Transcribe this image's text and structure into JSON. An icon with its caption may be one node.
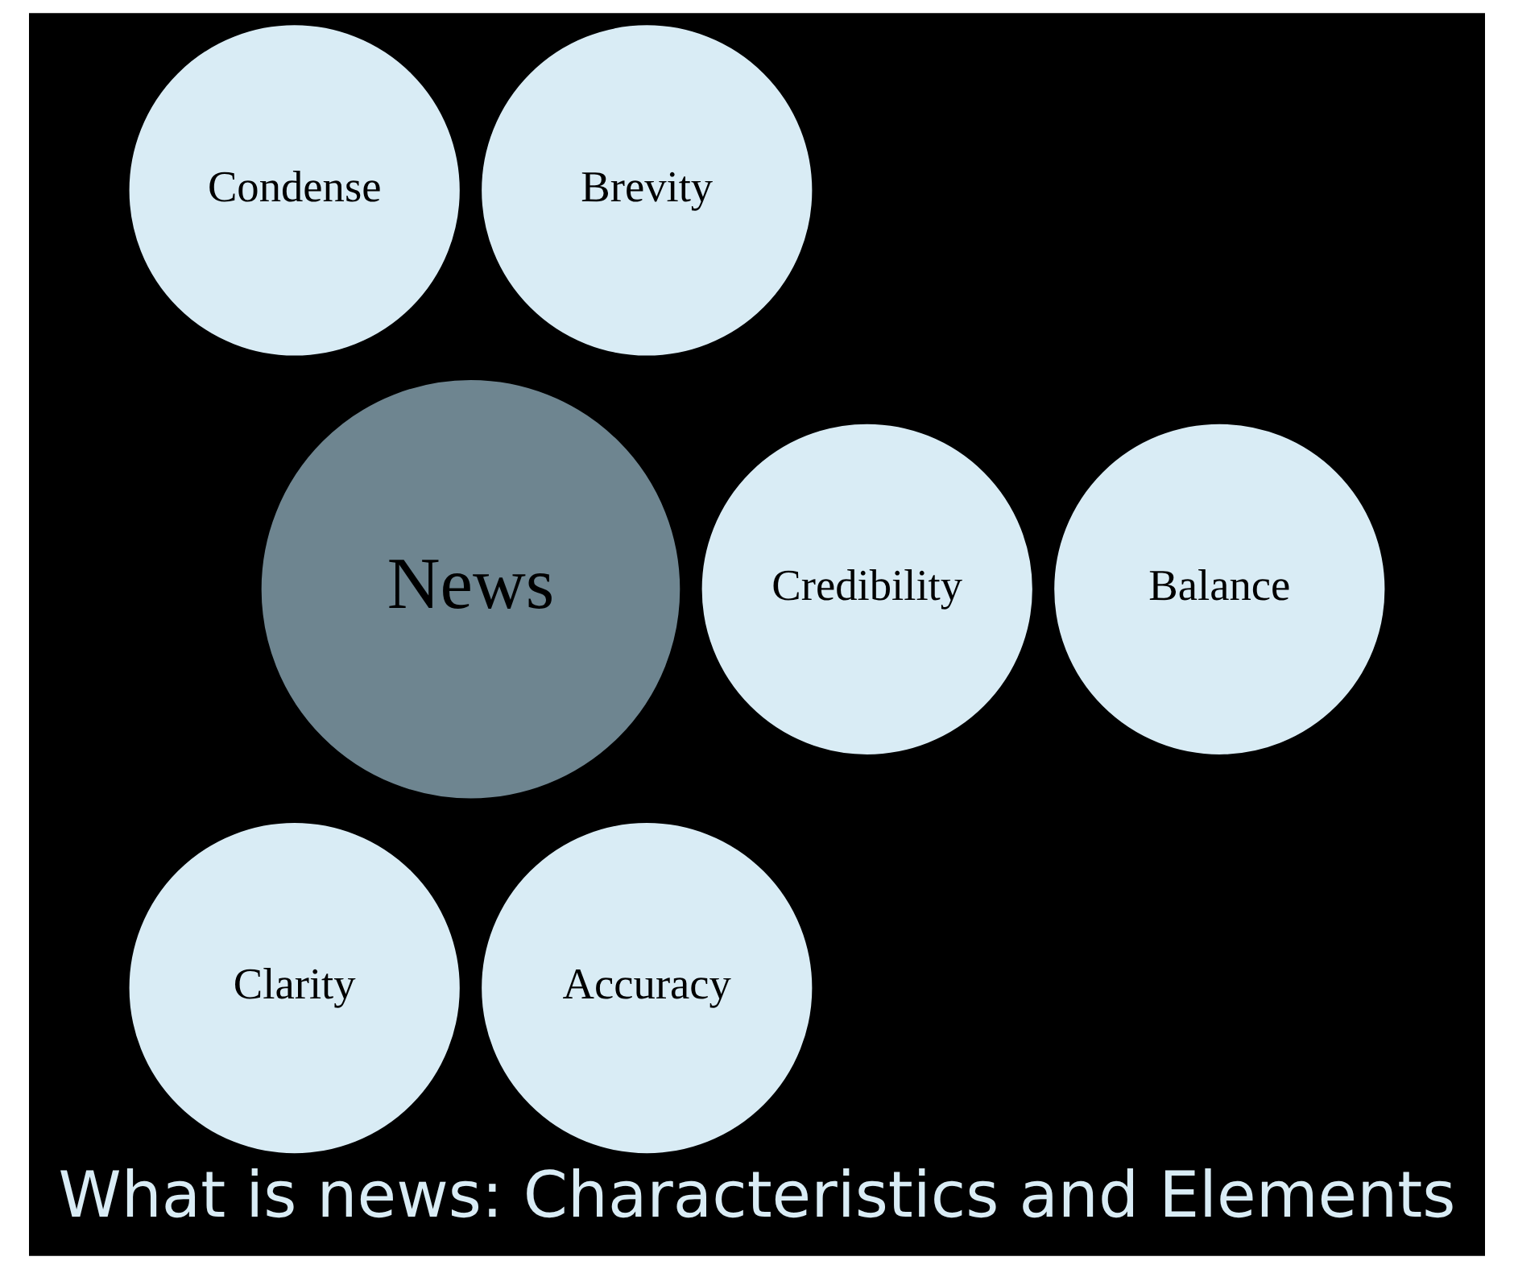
{
  "diagram": {
    "caption": "What is news: Characteristics and Elements",
    "nodes": [
      {
        "text": [
          "Condense"
        ]
      },
      {
        "text": [
          "Brevity"
        ]
      },
      {
        "text": [
          "Credibility"
        ]
      },
      {
        "text": [
          "News"
        ]
      },
      {
        "text": [
          "Balance"
        ]
      },
      {
        "text": [
          "Clarity"
        ]
      },
      {
        "text": [
          "Accuracy"
        ]
      }
    ],
    "edges": []
  }
}
